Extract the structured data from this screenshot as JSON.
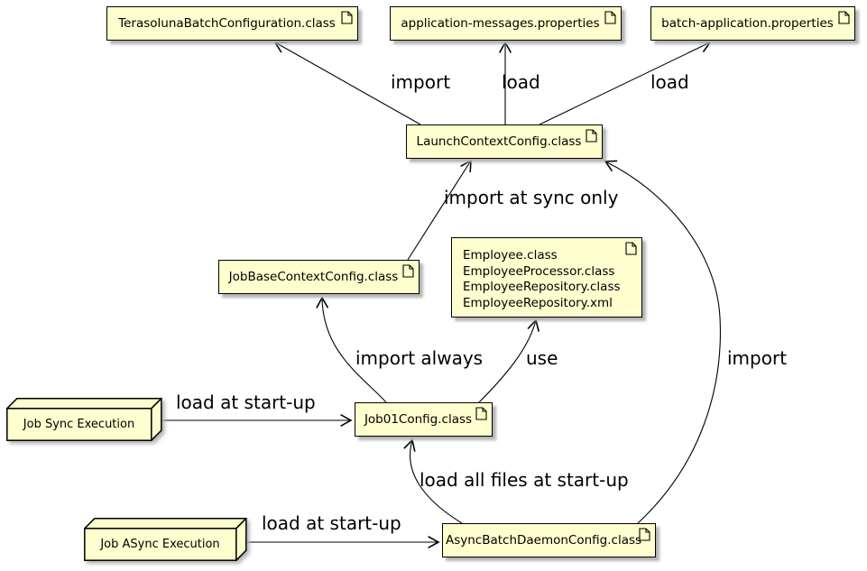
{
  "colors": {
    "background": "#ffffff",
    "node_fill": "#fefece",
    "node_border": "#000000",
    "shadow": "#b3b3b3",
    "edge": "#000000"
  },
  "files": {
    "terasoluna": {
      "label": "TerasolunaBatchConfiguration.class"
    },
    "app_messages": {
      "label": "application-messages.properties"
    },
    "batch_app": {
      "label": "batch-application.properties"
    },
    "launch_context": {
      "label": "LaunchContextConfig.class"
    },
    "job_base_context": {
      "label": "JobBaseContextConfig.class"
    },
    "employee": {
      "lines": [
        "Employee.class",
        "EmployeeProcessor.class",
        "EmployeeRepository.class",
        "EmployeeRepository.xml"
      ]
    },
    "job01": {
      "label": "Job01Config.class"
    },
    "async_daemon": {
      "label": "AsyncBatchDaemonConfig.class"
    }
  },
  "nodes": {
    "job_sync": {
      "label": "Job Sync Execution"
    },
    "job_async": {
      "label": "Job ASync Execution"
    }
  },
  "edge_labels": {
    "import_top": "import",
    "load_messages": "load",
    "load_batch": "load",
    "import_at_sync_only": "import at sync only",
    "import_always": "import always",
    "use": "use",
    "import_async": "import",
    "load_at_startup_sync": "load at start-up",
    "load_all_files_at_startup": "load all files at start-up",
    "load_at_startup_async": "load at start-up"
  }
}
